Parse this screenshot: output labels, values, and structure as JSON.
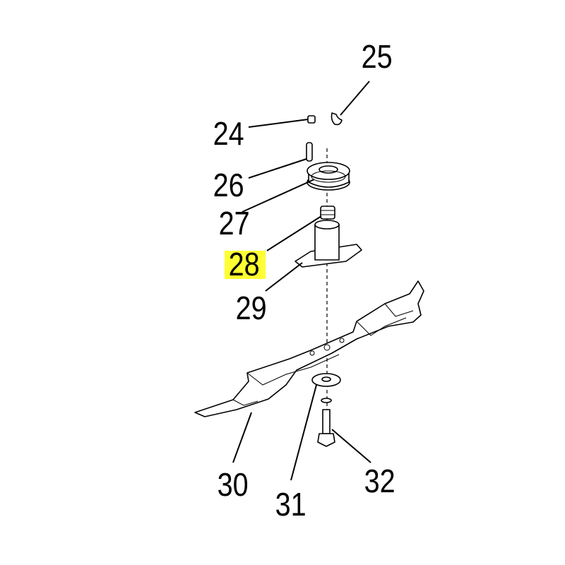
{
  "diagram": {
    "labels": [
      {
        "id": "24",
        "text": "24"
      },
      {
        "id": "25",
        "text": "25"
      },
      {
        "id": "26",
        "text": "26"
      },
      {
        "id": "27",
        "text": "27"
      },
      {
        "id": "28",
        "text": "28",
        "highlighted": true
      },
      {
        "id": "29",
        "text": "29"
      },
      {
        "id": "30",
        "text": "30"
      },
      {
        "id": "31",
        "text": "31"
      },
      {
        "id": "32",
        "text": "32"
      }
    ],
    "colors": {
      "highlight": "#ffff33",
      "line": "#000000",
      "background": "#ffffff"
    }
  }
}
